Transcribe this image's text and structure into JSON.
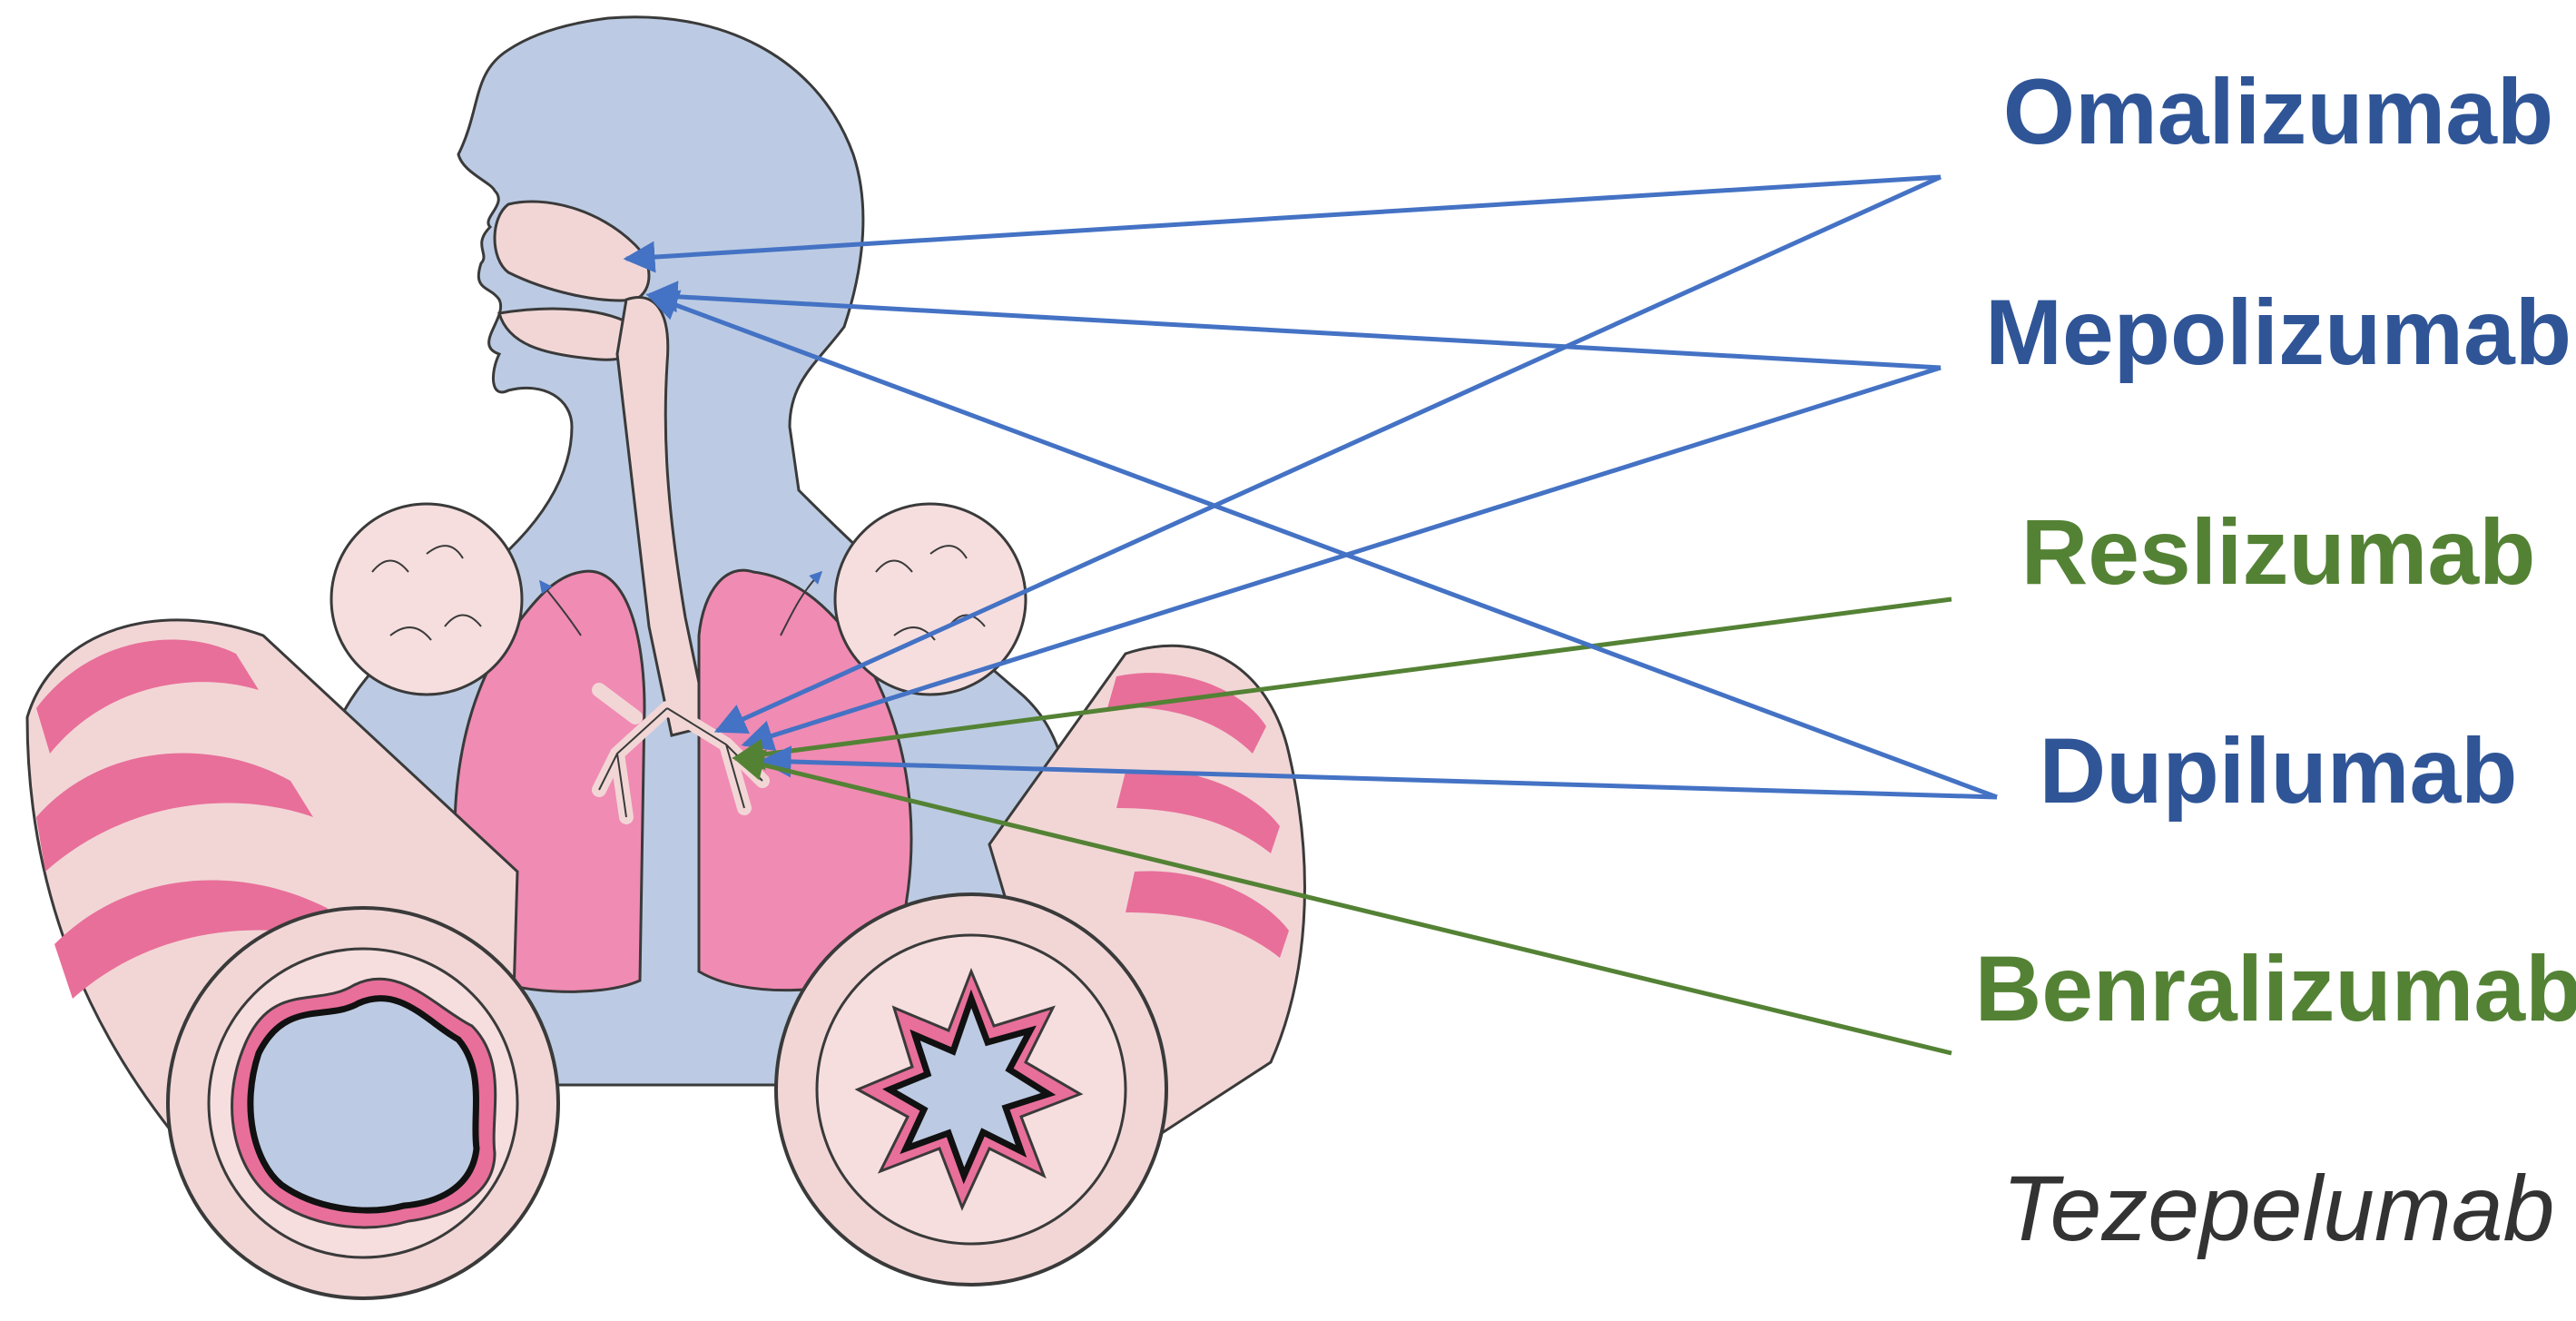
{
  "colors": {
    "body": "#bccbe3",
    "body_outline": "#3a3a3a",
    "lung": "#f08bb3",
    "tissue": "#f2d6d6",
    "airway_band": "#e86f9a",
    "alveoli": "#f6dede",
    "arrow_blue": "#4472c4",
    "arrow_green": "#548235",
    "text_blue": "#2f5597",
    "text_green": "#548235",
    "text_gray": "#333333"
  },
  "drugs": [
    {
      "name": "Omalizumab",
      "color": "#2f5597",
      "style": "bold"
    },
    {
      "name": "Mepolizumab",
      "color": "#2f5597",
      "style": "bold"
    },
    {
      "name": "Reslizumab",
      "color": "#548235",
      "style": "bold"
    },
    {
      "name": "Dupilumab",
      "color": "#2f5597",
      "style": "bold"
    },
    {
      "name": "Benralizumab",
      "color": "#548235",
      "style": "bold"
    },
    {
      "name": "Tezepelumab",
      "color": "#333333",
      "style": "italic"
    }
  ],
  "targets": [
    "upper-airway",
    "lower-airway"
  ]
}
